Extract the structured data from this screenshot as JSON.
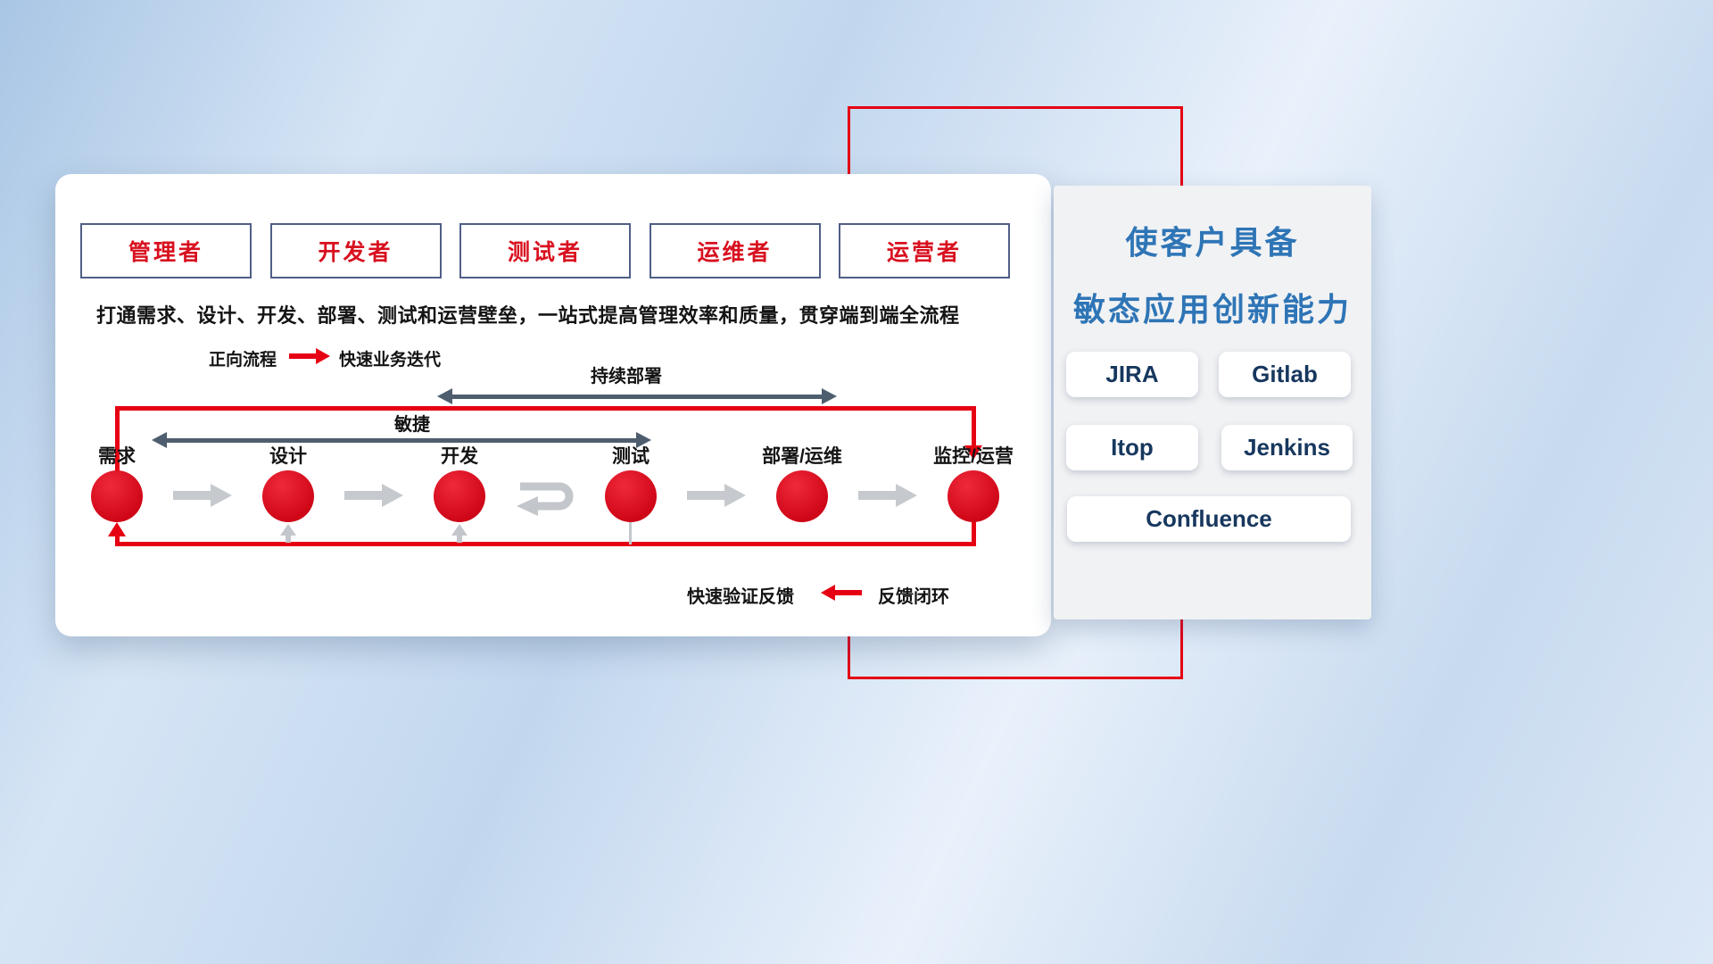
{
  "colors": {
    "accent_red": "#e60013",
    "circle_red": "#d8101f",
    "title_blue": "#2e75b6",
    "tool_navy": "#17375e",
    "dark_arrow": "#4e5e6e",
    "flow_arrow_gray": "#c6cace",
    "role_border": "#515f87"
  },
  "card": {
    "roles": [
      "管理者",
      "开发者",
      "测试者",
      "运维者",
      "运营者"
    ],
    "description": "打通需求、设计、开发、部署、测试和运营壁垒，一站式提高管理效率和质量，贯穿端到端全流程",
    "forward_legend": {
      "label": "正向流程",
      "text": "快速业务迭代"
    },
    "feedback_legend": {
      "label": "快速验证反馈",
      "text": "反馈闭环"
    },
    "span_arrows": {
      "continuous_deployment": "持续部署",
      "agile": "敏捷"
    },
    "stages": [
      "需求",
      "设计",
      "开发",
      "测试",
      "部署/运维",
      "监控/运营"
    ]
  },
  "panel": {
    "title_line1": "使客户具备",
    "title_line2": "敏态应用创新能力",
    "tools": [
      "JIRA",
      "Gitlab",
      "Itop",
      "Jenkins",
      "Confluence"
    ]
  }
}
